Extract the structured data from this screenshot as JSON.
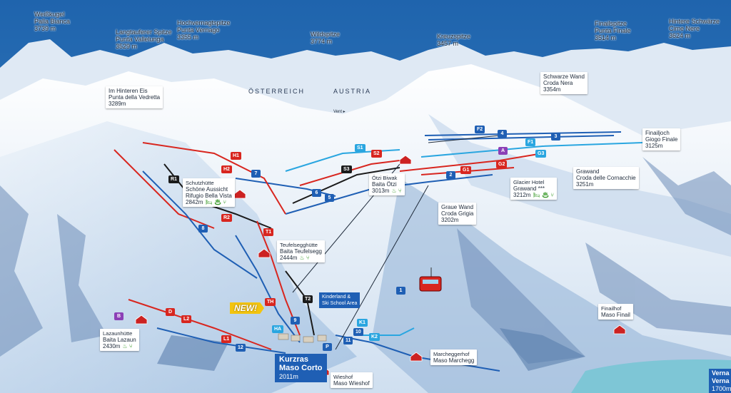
{
  "peaks": [
    {
      "name": "Weißkugel",
      "name2": "Palla Bianca",
      "alt": "3739 m"
    },
    {
      "name": "Langtauferer Spitze",
      "name2": "Punta Vallelunga",
      "alt": "3529 m"
    },
    {
      "name": "Hochvernagtspitze",
      "name2": "Punta Vernago",
      "alt": "3355 m"
    },
    {
      "name": "Wildspitze",
      "name2": "",
      "alt": "3774 m"
    },
    {
      "name": "Kreuzspitze",
      "name2": "",
      "alt": "3457 m"
    },
    {
      "name": "Finailspitze",
      "name2": "Punta Finale",
      "alt": "3514 m"
    },
    {
      "name": "Hintere Schwärze",
      "name2": "Cime Nere",
      "alt": "3624 m"
    }
  ],
  "country": {
    "de": "ÖSTERREICH",
    "en": "AUSTRIA"
  },
  "vent": "Vent ▸",
  "huts": [
    {
      "id": "vedretta",
      "l1": "Im Hinteren Eis",
      "l2": "Punta della Vedretta",
      "alt": "3289m",
      "icons": ""
    },
    {
      "id": "schwarze",
      "l1": "Schwarze Wand",
      "l2": "Croda Nera",
      "alt": "3354m",
      "icons": ""
    },
    {
      "id": "finailjoch",
      "l1": "Finailjoch",
      "l2": "Giogo Finale",
      "alt": "3125m",
      "icons": ""
    },
    {
      "id": "grawand",
      "l1": "Grawand",
      "l2": "Croda delle Cornacchie",
      "alt": "3251m",
      "icons": ""
    },
    {
      "id": "glacier",
      "l1": "Glacier Hotel",
      "l2": "Grawand ***",
      "alt": "3212m",
      "icons": "🛏 ♨ ⑂"
    },
    {
      "id": "oetzi",
      "l1": "Ötzi Biwak",
      "l2": "Baita Ötzi",
      "alt": "3013m",
      "icons": "♨ ⑂"
    },
    {
      "id": "graue",
      "l1": "Graue Wand",
      "l2": "Croda Grigia",
      "alt": "3202m",
      "icons": ""
    },
    {
      "id": "schoene",
      "l1": "Schutzhütte",
      "l2": "Schöne Aussicht",
      "l3": "Rifugio Bella Vista",
      "alt": "2842m",
      "icons": "🛏 ♨ ⑂"
    },
    {
      "id": "teufels",
      "l1": "Teufelsegghütte",
      "l2": "Baita Teufelsegg",
      "alt": "2444m",
      "icons": "♨ ⑂"
    },
    {
      "id": "lazaun",
      "l1": "Lazaunhütte",
      "l2": "Baita Lazaun",
      "alt": "2430m",
      "icons": "♨ ⑂"
    },
    {
      "id": "finailhof",
      "l1": "Finailhof",
      "l2": "Maso Finail",
      "alt": "",
      "icons": ""
    },
    {
      "id": "marchegg",
      "l1": "Marcheggerhof",
      "l2": "Maso Marchegg",
      "alt": "",
      "icons": ""
    },
    {
      "id": "wieshof",
      "l1": "Wieshof",
      "l2": "Maso Wieshof",
      "alt": "",
      "icons": ""
    }
  ],
  "kurzras": {
    "l1": "Kurzras",
    "l2": "Maso Corto",
    "alt": "2011m"
  },
  "kinderland": {
    "l1": "Kinderland &",
    "l2": "Ski School Area"
  },
  "new_label": "NEW!",
  "vernagt": {
    "l1": "Verna",
    "l2": "Verna",
    "alt": "1700m"
  },
  "run_badges": [
    {
      "t": "F2",
      "c": "blue"
    },
    {
      "t": "4",
      "c": "blue"
    },
    {
      "t": "3",
      "c": "blue"
    },
    {
      "t": "F1",
      "c": "lblue"
    },
    {
      "t": "G3",
      "c": "lblue"
    },
    {
      "t": "A",
      "c": "purple"
    },
    {
      "t": "G2",
      "c": "red"
    },
    {
      "t": "G1",
      "c": "red"
    },
    {
      "t": "2",
      "c": "blue"
    },
    {
      "t": "S1",
      "c": "lblue"
    },
    {
      "t": "S2",
      "c": "red"
    },
    {
      "t": "S3",
      "c": "black"
    },
    {
      "t": "H1",
      "c": "red"
    },
    {
      "t": "H2",
      "c": "red"
    },
    {
      "t": "7",
      "c": "blue"
    },
    {
      "t": "6",
      "c": "blue"
    },
    {
      "t": "5",
      "c": "blue"
    },
    {
      "t": "R1",
      "c": "black"
    },
    {
      "t": "R2",
      "c": "red"
    },
    {
      "t": "8",
      "c": "blue"
    },
    {
      "t": "T1",
      "c": "red"
    },
    {
      "t": "1",
      "c": "blue"
    },
    {
      "t": "T2",
      "c": "black"
    },
    {
      "t": "TH",
      "c": "red"
    },
    {
      "t": "9",
      "c": "blue"
    },
    {
      "t": "HA",
      "c": "lblue"
    },
    {
      "t": "K1",
      "c": "lblue"
    },
    {
      "t": "10",
      "c": "blue"
    },
    {
      "t": "K2",
      "c": "lblue"
    },
    {
      "t": "11",
      "c": "blue"
    },
    {
      "t": "12",
      "c": "blue"
    },
    {
      "t": "L1",
      "c": "red"
    },
    {
      "t": "L2",
      "c": "red"
    },
    {
      "t": "D",
      "c": "red"
    },
    {
      "t": "B",
      "c": "purple"
    },
    {
      "t": "P",
      "c": "blue"
    }
  ],
  "colors": {
    "sky": "#2b6fb0",
    "snow": "#f4f8fc",
    "shadow": "#7fa3cf",
    "red": "#d8261f",
    "blue": "#1f5fb4",
    "black": "#1b1b1b",
    "lblue": "#2aa6e0",
    "purple": "#8b3fb6",
    "yellow": "#f3c40f"
  }
}
